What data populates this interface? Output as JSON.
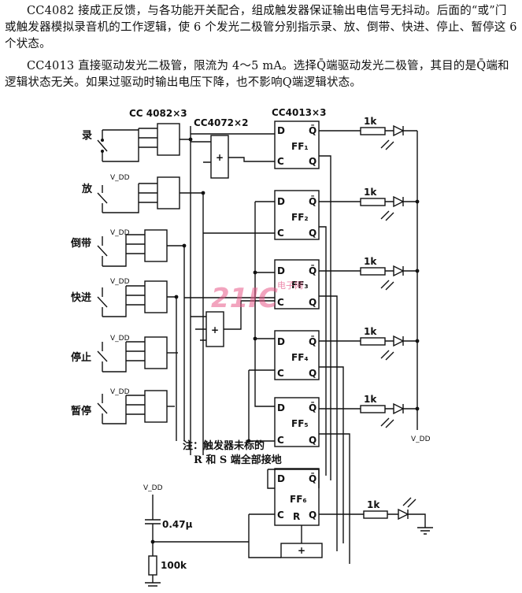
{
  "text": {
    "paragraph1": "CC4082 接成正反馈，与各功能开关配合，组成触发器保证输出电信号无抖动。后面的“或”门或触发器模拟录音机的工作逻辑，使 6 个发光二极管分别指示录、放、倒带、快进、停止、暂停这 6 个状态。",
    "paragraph2": "CC4013 直接驱动发光二极管，限流为 4～5 mA。选择Q̄端驱动发光二极管，其目的是Q̄端和逻辑状态无关。如果过驱动时输出电压下降，也不影响Q端逻辑状态。"
  },
  "diagram": {
    "ic_labels": {
      "nand": "CC 4082×3",
      "or": "CC4072×2",
      "ff": "CC4013×3"
    },
    "switches": [
      "录",
      "放",
      "倒带",
      "快进",
      "停止",
      "暂停"
    ],
    "vdd": "V_DD",
    "vdd_labels": [
      "V_DD",
      "V_DD",
      "V_DD",
      "V_DD",
      "V_DD"
    ],
    "flipflops": [
      {
        "name": "FF₁"
      },
      {
        "name": "FF₂"
      },
      {
        "name": "FF₃"
      },
      {
        "name": "FF₄"
      },
      {
        "name": "FF₅"
      },
      {
        "name": "FF₆"
      }
    ],
    "pins": {
      "D": "D",
      "C": "C",
      "Q": "Q",
      "Qbar": "Q̄",
      "R": "R"
    },
    "resistors": [
      "1k",
      "1k",
      "1k",
      "1k",
      "1k",
      "1k"
    ],
    "or_symbol": "+",
    "note_line1": "注：触发器未标的",
    "note_line2": "R 和 S 端全部接地",
    "capacitor": "0.47μ",
    "resistor_bottom": "100k",
    "vdd_right": "V_DD",
    "vdd_left": "V_DD",
    "watermark": "21IC",
    "watermark_sub": "电子网"
  }
}
